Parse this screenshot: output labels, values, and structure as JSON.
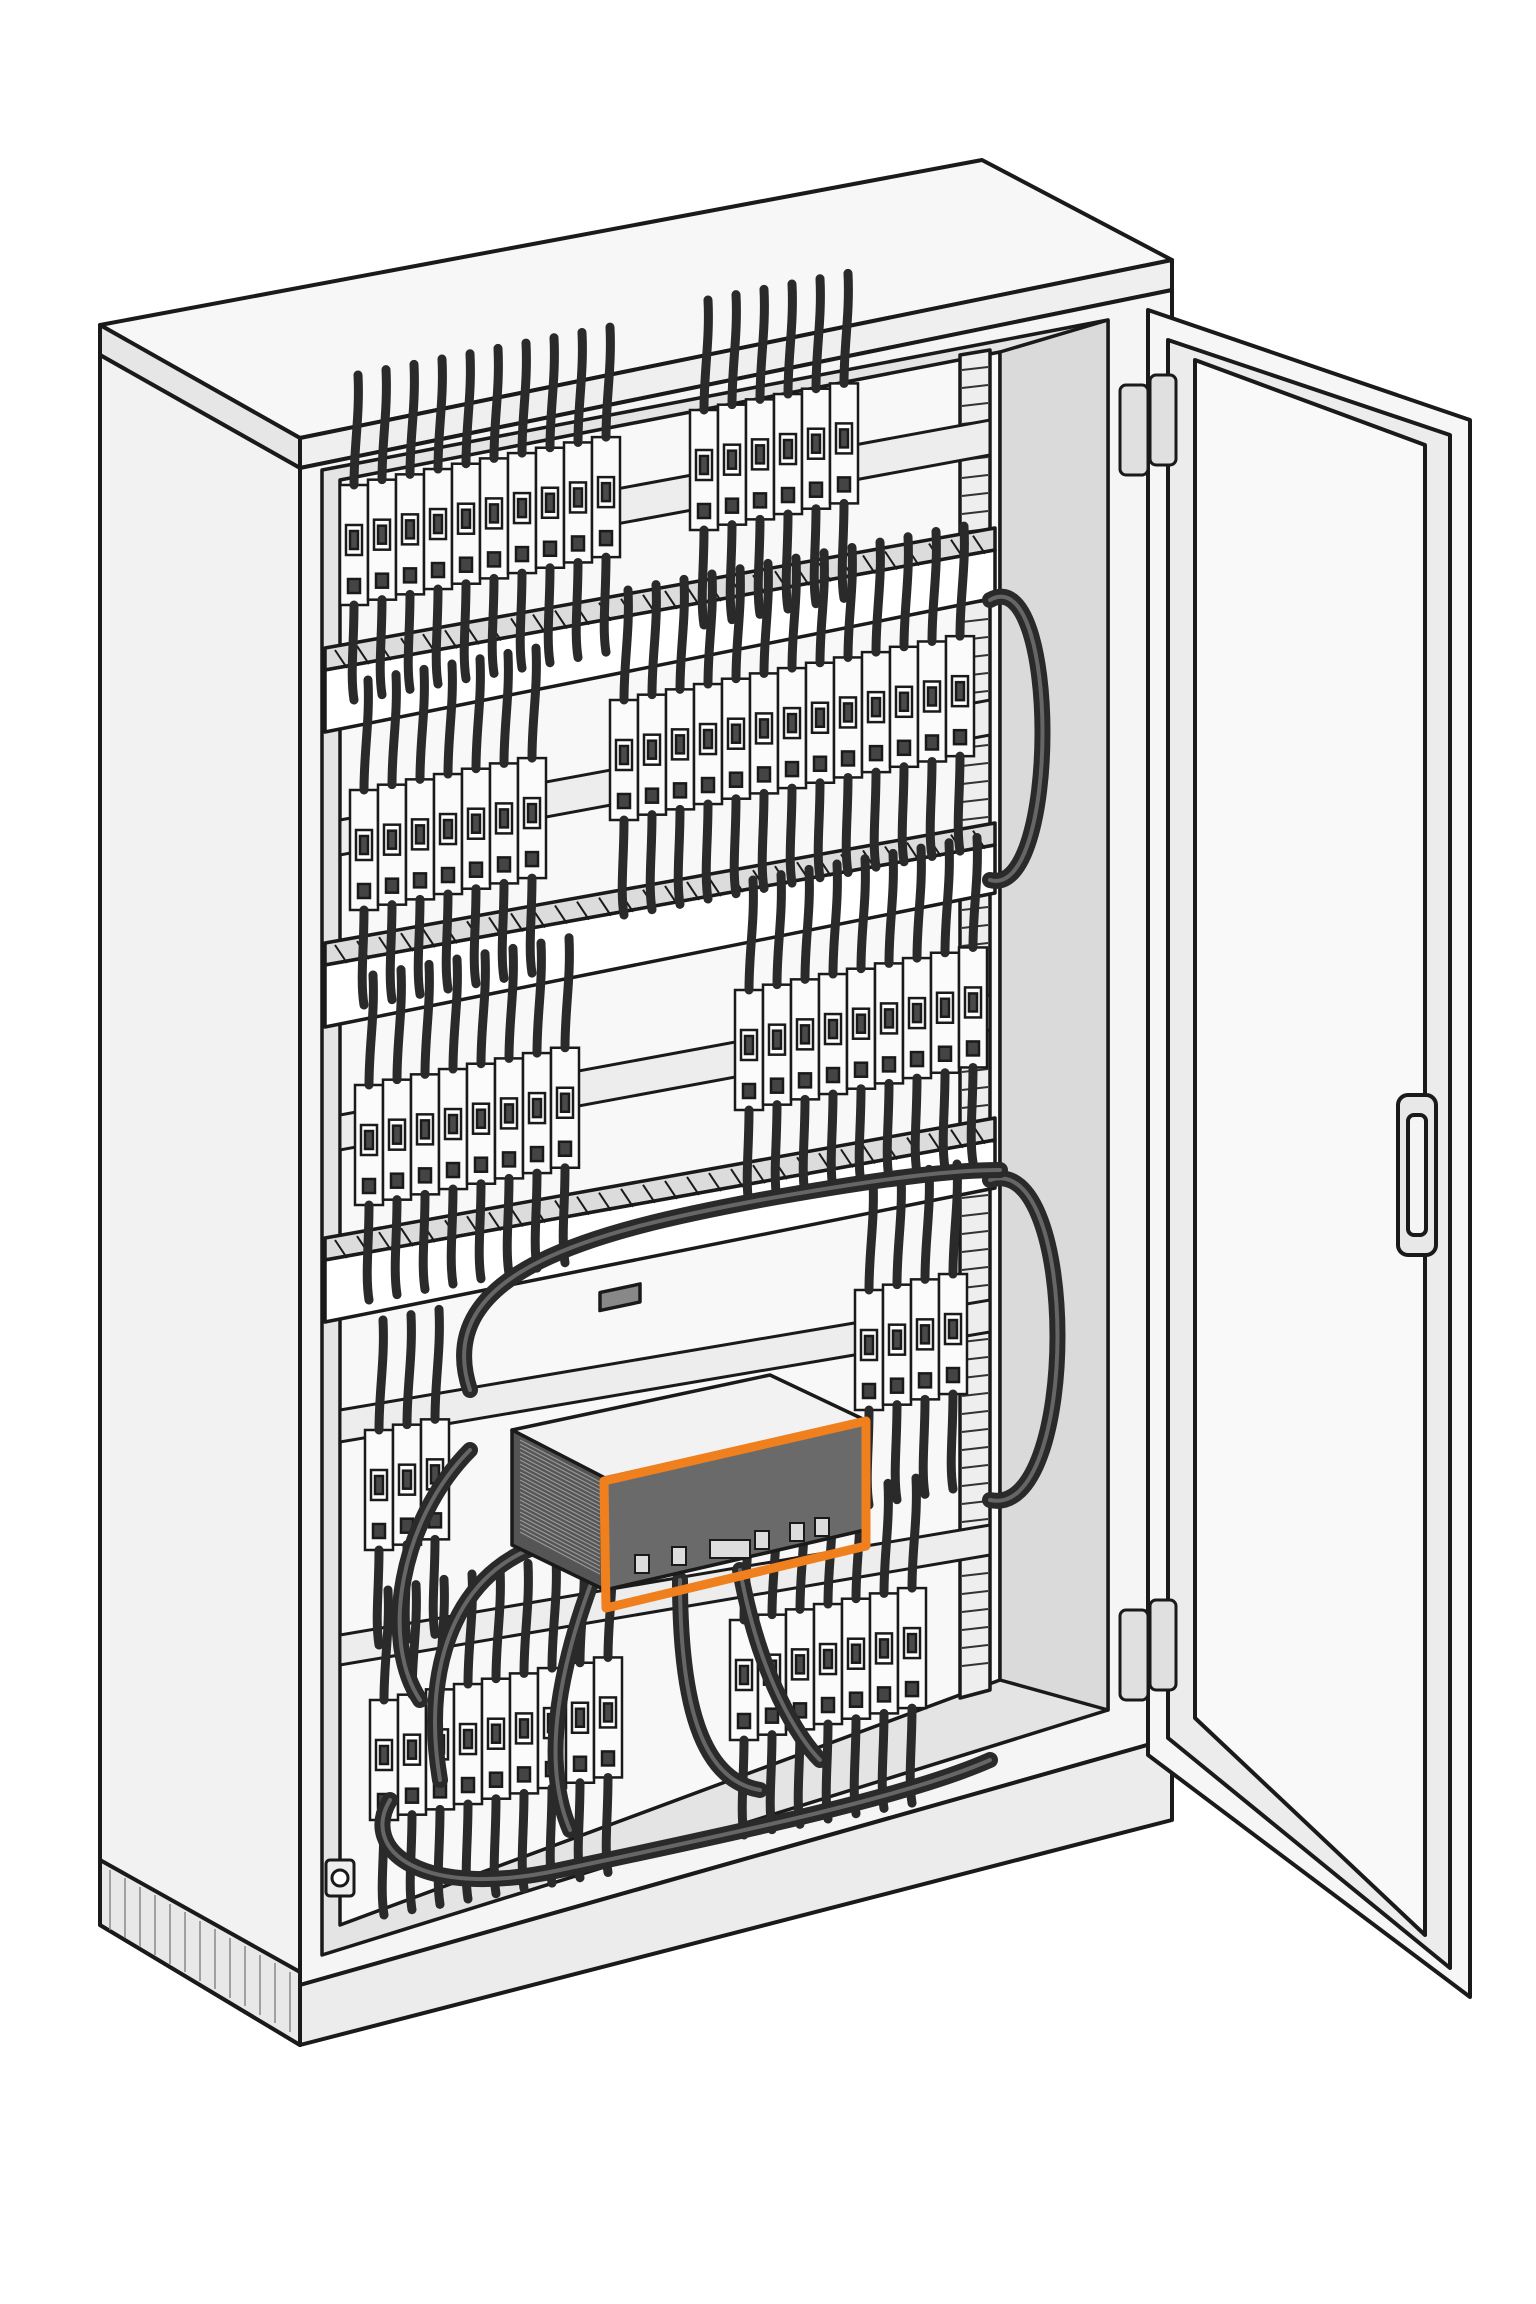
{
  "colors": {
    "background": "#ffffff",
    "line": "#1a1a1a",
    "panel": "#f4f4f4",
    "panel_shade": "#e2e2e2",
    "cable": "#2a2a2a",
    "highlight": "#f07f1e",
    "device_dark": "#4a4a4a"
  },
  "icons": {
    "highlight_box": "orange-rectangle-highlight",
    "door_handle": "handle-icon",
    "hinge": "hinge-icon"
  },
  "rows": [
    {
      "row": 1,
      "left_group_modules": 10,
      "right_group_modules": 6
    },
    {
      "row": 2,
      "left_group_modules": 7,
      "right_group_modules": 13
    },
    {
      "row": 3,
      "left_group_modules": 8,
      "right_group_modules": 9
    },
    {
      "row": 4,
      "left_group_modules": 3,
      "right_group_modules": 4
    },
    {
      "row": 5,
      "left_group_modules": 9,
      "right_group_modules": 7
    }
  ]
}
